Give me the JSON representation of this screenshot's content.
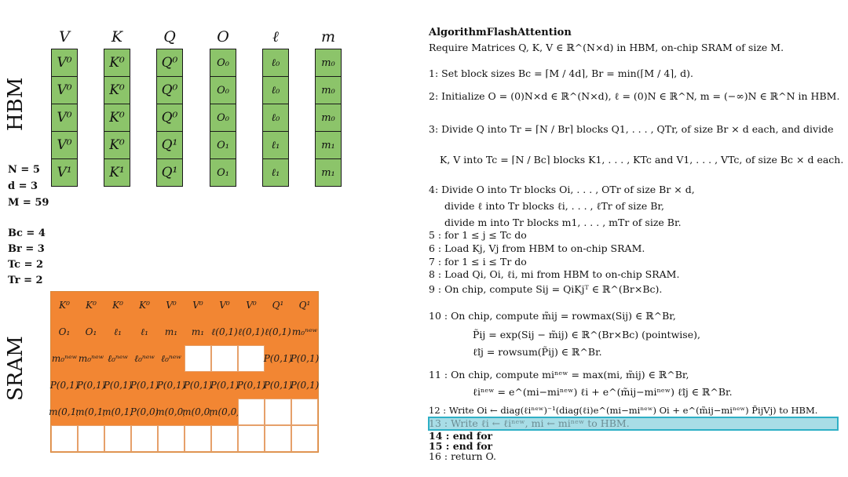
{
  "hbm": {
    "label": "HBM",
    "columns": [
      {
        "header": "V",
        "cells": [
          "V⁰",
          "V⁰",
          "V⁰",
          "V⁰",
          "V¹"
        ]
      },
      {
        "header": "K",
        "cells": [
          "K⁰",
          "K⁰",
          "K⁰",
          "K⁰",
          "K¹"
        ]
      },
      {
        "header": "Q",
        "cells": [
          "Q⁰",
          "Q⁰",
          "Q⁰",
          "Q¹",
          "Q¹"
        ]
      },
      {
        "header": "O",
        "cells": [
          "O₀",
          "O₀",
          "O₀",
          "O₁",
          "O₁"
        ]
      },
      {
        "header": "ℓ",
        "cells": [
          "ℓ₀",
          "ℓ₀",
          "ℓ₀",
          "ℓ₁",
          "ℓ₁"
        ]
      },
      {
        "header": "m",
        "cells": [
          "m₀",
          "m₀",
          "m₀",
          "m₁",
          "m₁"
        ]
      }
    ]
  },
  "params": {
    "n": "N = 5",
    "d": "d = 3",
    "m": "M = 59",
    "bc": "Bc = 4",
    "br": "Br = 3",
    "tc": "Tc = 2",
    "tr": "Tr = 2"
  },
  "sram": {
    "label": "SRAM",
    "rows": [
      [
        "K⁰",
        "K⁰",
        "K⁰",
        "K⁰",
        "V⁰",
        "V⁰",
        "V⁰",
        "V⁰",
        "Q¹",
        "Q¹"
      ],
      [
        "O₁",
        "O₁",
        "ℓ₁",
        "ℓ₁",
        "m₁",
        "m₁",
        "ℓ(0,1)",
        "ℓ(0,1)",
        "ℓ(0,1)",
        "m₀ⁿᵉʷ"
      ],
      [
        "m₀ⁿᵉʷ",
        "m₀ⁿᵉʷ",
        "ℓ₀ⁿᵉʷ",
        "ℓ₀ⁿᵉʷ",
        "ℓ₀ⁿᵉʷ",
        "",
        "",
        "",
        "P(0,1)",
        "P(0,1)"
      ],
      [
        "P(0,1)",
        "P(0,1)",
        "P(0,1)",
        "P(0,1)",
        "P(0,1)",
        "P(0,1)",
        "P(0,1)",
        "P(0,1)",
        "P(0,1)",
        "P(0,1)"
      ],
      [
        "m(0,1)",
        "m(0,1)",
        "m(0,1)",
        "P(0,0)",
        "m(0,0)",
        "m(0,0)",
        "m(0,0)",
        "",
        "",
        ""
      ],
      [
        "",
        "",
        "",
        "",
        "",
        "",
        "",
        "",
        "",
        ""
      ]
    ]
  },
  "algorithm": {
    "title": "AlgorithmFlashAttention",
    "require": "Require Matrices Q, K, V ∈ ℝ^(N×d) in HBM, on-chip SRAM of size M.",
    "lines": [
      "1: Set block sizes Bc = ⌈M / 4d⌉, Br = min(⌈M / 4⌉, d).",
      "2: Initialize O = (0)N×d ∈ ℝ^(N×d), ℓ = (0)N ∈ ℝ^N, m = (−∞)N ∈ ℝ^N in HBM.",
      "3: Divide Q into Tr = ⌈N / Br⌉ blocks Q1, . . . , QTr, of size Br × d each, and divide",
      "K, V into Tc = ⌈N / Bc⌉ blocks K1, . . . , KTc and V1, . . . , VTc, of size Bc × d each.",
      "4: Divide O into Tr blocks Oi, . . . , OTr of size Br × d,",
      "divide ℓ into Tr blocks ℓi, . . . , ℓTr of size Br,",
      "divide m into Tr blocks m1, . . . , mTr of size Br.",
      "5 : for 1 ≤ j ≤ Tc do",
      "6 :    Load Kj, Vj from HBM to on-chip SRAM.",
      "7 :    for 1 ≤ i ≤ Tr do",
      "8 :       Load Qi, Oi, ℓi, mi from HBM to on-chip SRAM.",
      "9 :       On chip, compute Sij = QiKjᵀ ∈ ℝ^(Br×Bc).",
      "10 :        On chip, compute m̃ij = rowmax(Sij) ∈ ℝ^Br,",
      "P̃ij = exp(Sij − m̃ij) ∈ ℝ^(Br×Bc) (pointwise),",
      "ℓ̃ij = rowsum(P̃ij) ∈ ℝ^Br.",
      "11 :        On chip, compute miⁿᵉʷ = max(mi, m̃ij) ∈ ℝ^Br,",
      "ℓiⁿᵉʷ = e^(mi−miⁿᵉʷ) ℓi + e^(m̃ij−miⁿᵉʷ) ℓ̃ij ∈ ℝ^Br.",
      "12 :        Write Oi ← diag(ℓiⁿᵉʷ)⁻¹(diag(ℓi)e^(mi−miⁿᵉʷ) Oi + e^(m̃ij−miⁿᵉʷ) P̃ijVj) to HBM.",
      "13 :        Write ℓi ← ℓiⁿᵉʷ, mi ← miⁿᵉʷ to HBM.",
      "14 :    end for",
      "15 : end for",
      "16 : return O."
    ]
  }
}
